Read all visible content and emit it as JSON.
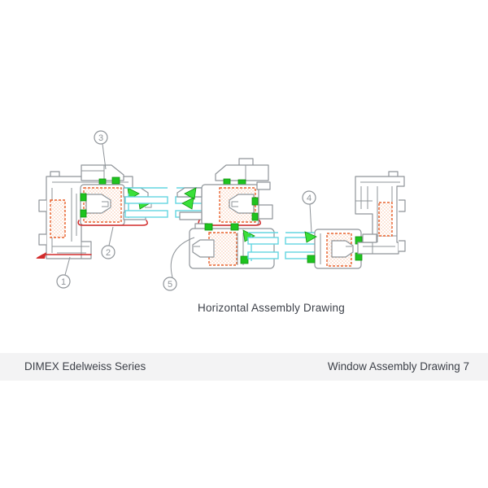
{
  "drawing": {
    "title": "Horizontal Assembly Drawing",
    "callouts": [
      {
        "number": "1"
      },
      {
        "number": "2"
      },
      {
        "number": "3"
      },
      {
        "number": "4"
      },
      {
        "number": "5"
      }
    ]
  },
  "footer": {
    "series": "DIMEX Edelweiss Series",
    "doc": "Window Assembly Drawing 7"
  },
  "colors": {
    "profile_outline": "#8f9499",
    "thermal_break": "#e8622d",
    "gasket_green": "#1ec41e",
    "gasket_dark": "#0e930e",
    "glass_cyan": "#63d5e0",
    "sealant_red": "#d22b2b",
    "text": "#3d4149",
    "footer_band": "#f3f3f4"
  }
}
